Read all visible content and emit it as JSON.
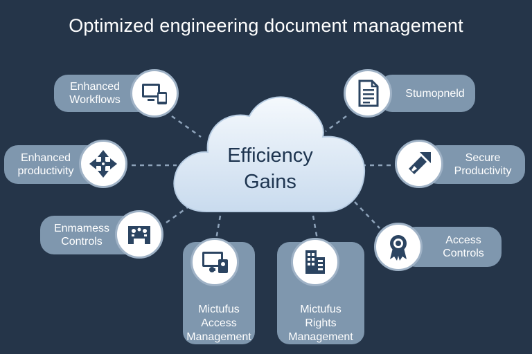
{
  "title": "Optimized engineering document management",
  "center": {
    "line1": "Efficiency",
    "line2": "Gains"
  },
  "nodes": {
    "enhanced_workflows": {
      "line1": "Enhanced",
      "line2": "Workflows"
    },
    "enhanced_productivity": {
      "line1": "Enhanced",
      "line2": "productivity"
    },
    "enmamess_controls": {
      "line1": "Enmamess",
      "line2": "Controls"
    },
    "mictufus_access": {
      "line1": "Mictufus",
      "line2": "Access",
      "line3": "Management"
    },
    "mictufus_rights": {
      "line1": "Mictufus",
      "line2": "Rights",
      "line3": "Management"
    },
    "stumopneld": {
      "line1": "Stumopneld"
    },
    "secure_productivity": {
      "line1": "Secure",
      "line2": "Productivity"
    },
    "access_controls": {
      "line1": "Access",
      "line2": "Controls"
    }
  },
  "icons": {
    "enhanced_workflows": "devices-icon",
    "enhanced_productivity": "move-arrows-icon",
    "enmamess_controls": "control-panel-icon",
    "mictufus_access": "monitor-user-icon",
    "mictufus_rights": "building-icon",
    "stumopneld": "document-icon",
    "secure_productivity": "diagonal-arrow-icon",
    "access_controls": "award-badge-icon"
  },
  "colors": {
    "background": "#253549",
    "pill": "#7f97ae",
    "cloud": "#e6f0fb",
    "icon": "#2b4461"
  }
}
